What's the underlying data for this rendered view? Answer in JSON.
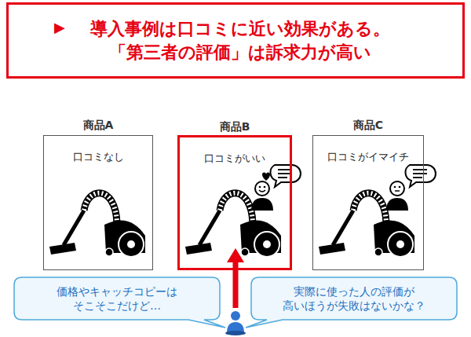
{
  "diagram": {
    "nodes": [
      {
        "text": [
          "▶",
          "導入事例は口コミに近い効果がある。 「第三者の評価」は訴求力が高い"
        ]
      },
      {
        "text": [
          "商品A",
          "口コミなし"
        ]
      },
      {
        "text": [
          "商品B",
          "口コミがいい"
        ]
      },
      {
        "text": [
          "商品C",
          "口コミがイマイチ"
        ]
      },
      {
        "text": [
          "価格やキャッチコピーは そこそこだけど…"
        ]
      },
      {
        "text": [
          "実際に使った人の評価が 高いほうが失敗はないかな？"
        ]
      }
    ]
  }
}
